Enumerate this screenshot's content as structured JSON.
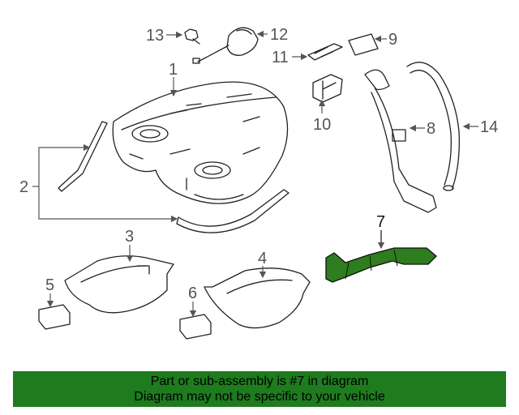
{
  "callouts": {
    "c1": "1",
    "c2": "2",
    "c3": "3",
    "c4": "4",
    "c5": "5",
    "c6": "6",
    "c7": "7",
    "c8": "8",
    "c9": "9",
    "c10": "10",
    "c11": "11",
    "c12": "12",
    "c13": "13",
    "c14": "14"
  },
  "highlight_color": "#2e7d1e",
  "banner": {
    "line1": "Part or sub-assembly is #7 in diagram",
    "line2": "Diagram may not be specific to your vehicle",
    "color": "#1e7b1e"
  }
}
